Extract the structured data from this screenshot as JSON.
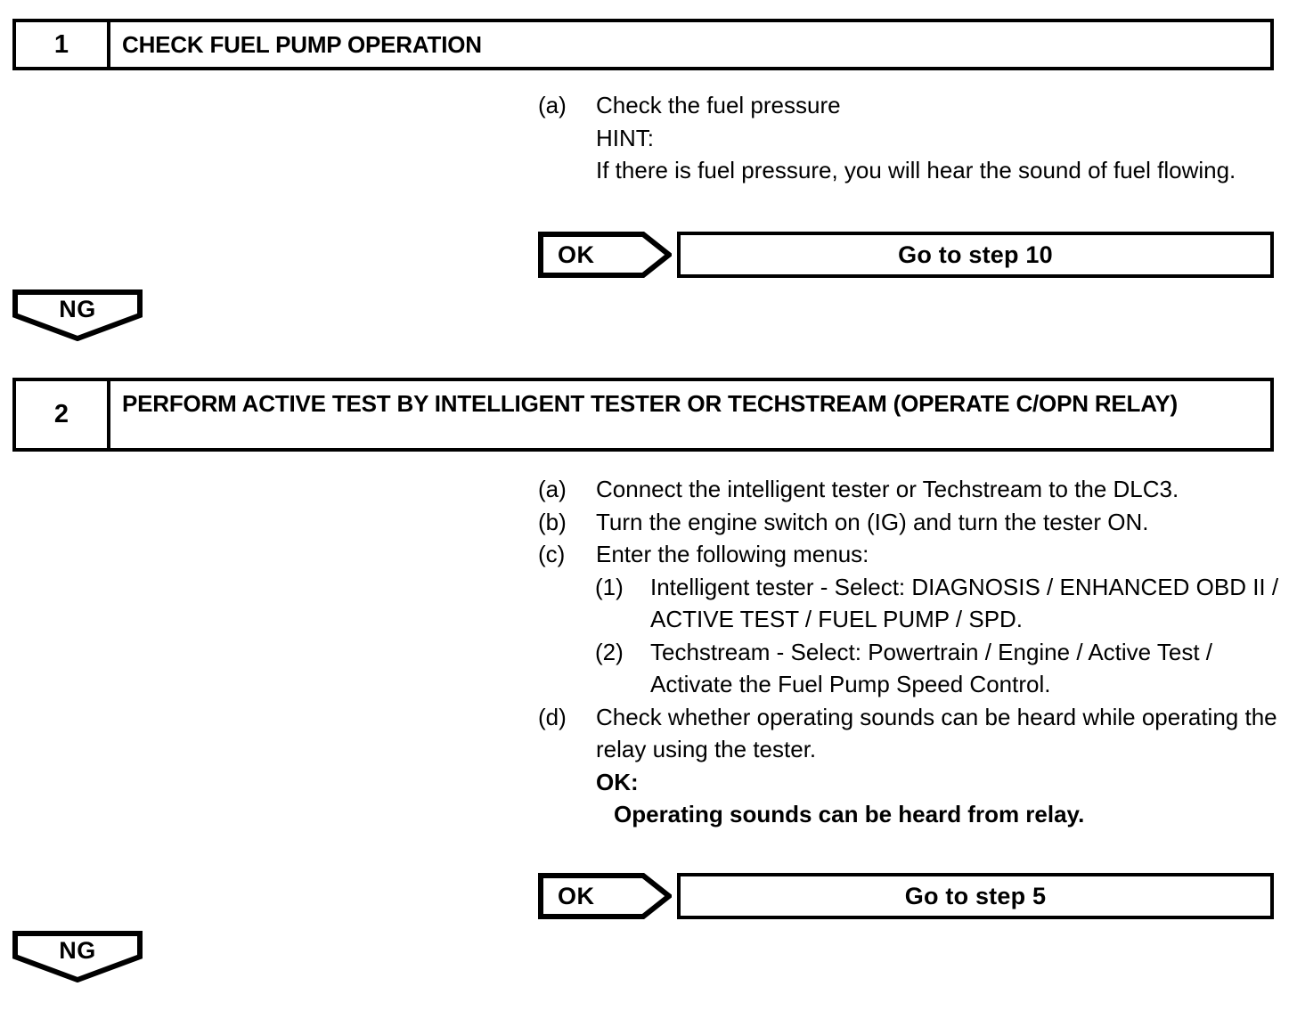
{
  "document": {
    "type": "diagnostic-troubleshooting-flowchart",
    "ok_label": "OK",
    "ng_label": "NG"
  },
  "steps": [
    {
      "number": "1",
      "title": "CHECK FUEL PUMP OPERATION",
      "items": [
        {
          "marker": "(a)",
          "lines": [
            "Check the fuel pressure",
            "HINT:",
            "If there is fuel pressure, you will hear the sound of fuel flowing."
          ]
        }
      ],
      "judgement": {
        "result_label": "OK",
        "action": "Go to step 10"
      },
      "ng": {
        "label": "NG"
      }
    },
    {
      "number": "2",
      "title": "PERFORM ACTIVE TEST BY INTELLIGENT TESTER OR TECHSTREAM (OPERATE C/OPN RELAY)",
      "items": [
        {
          "marker": "(a)",
          "text": "Connect the intelligent tester or Techstream to the DLC3."
        },
        {
          "marker": "(b)",
          "text": "Turn the engine switch on (IG) and turn the tester ON."
        },
        {
          "marker": "(c)",
          "text": "Enter the following menus:",
          "subitems": [
            {
              "marker": "(1)",
              "text": "Intelligent tester - Select: DIAGNOSIS / ENHANCED OBD II / ACTIVE TEST / FUEL PUMP / SPD."
            },
            {
              "marker": "(2)",
              "text": "Techstream - Select: Powertrain / Engine / Active Test / Activate the Fuel Pump Speed Control."
            }
          ]
        },
        {
          "marker": "(d)",
          "text": "Check whether operating sounds can be heard while operating the relay using the tester.",
          "ok_heading": "OK:",
          "ok_result": "Operating sounds can be heard from relay."
        }
      ],
      "judgement": {
        "result_label": "OK",
        "action": "Go to step 5"
      },
      "ng": {
        "label": "NG"
      }
    }
  ]
}
